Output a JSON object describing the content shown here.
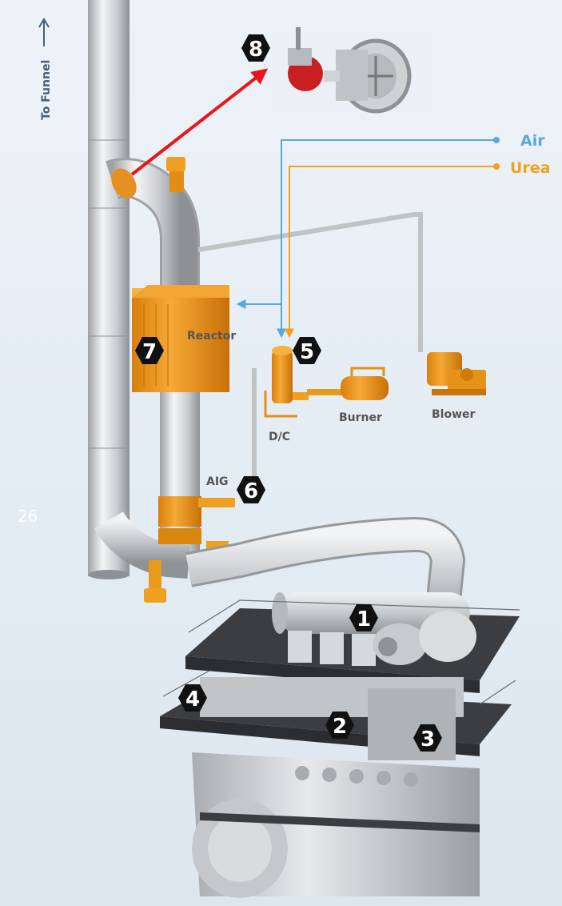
{
  "labels": {
    "to_funnel": "To Funnel",
    "air": "Air",
    "urea": "Urea",
    "reactor": "Reactor",
    "dc": "D/C",
    "burner": "Burner",
    "blower": "Blower",
    "aig": "AIG",
    "page_number": "26"
  },
  "markers": [
    "1",
    "2",
    "3",
    "4",
    "5",
    "6",
    "7",
    "8"
  ],
  "colors": {
    "air_line": "#5aa7db",
    "urea_line": "#f0a21c",
    "pipe": "#c4c7ca",
    "equipment_orange": "#f0a020",
    "marker_fill": "#111111",
    "pointer_arrow": "#e8161a"
  }
}
